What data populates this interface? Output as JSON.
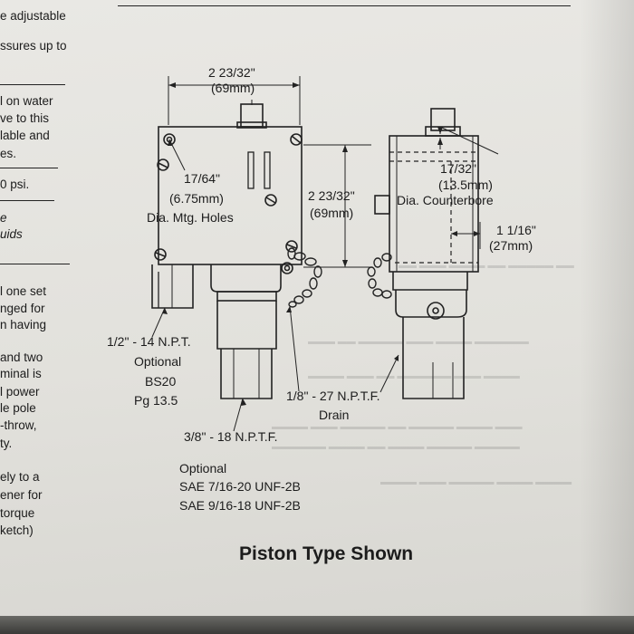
{
  "left_column": {
    "lines": [
      "e adjustable",
      "ssures up to",
      "l on water",
      "ve to this",
      "lable and",
      "es.",
      "0 psi.",
      "e",
      "uids",
      "l one set",
      "nged for",
      "n having",
      "and two",
      "minal is",
      "l power",
      "le pole",
      "-throw,",
      "ty.",
      "ely to a",
      "ener for",
      "torque",
      "ketch)"
    ]
  },
  "dimensions": {
    "width_frac": "2 23/32\"",
    "width_mm": "(69mm)",
    "mount_hole_frac": "17/64\"",
    "mount_hole_mm": "(6.75mm)",
    "mount_hole_desc": "Dia. Mtg. Holes",
    "height_frac": "2 23/32\"",
    "height_mm": "(69mm)",
    "counterbore_frac": "17/32\"",
    "counterbore_mm": "(13.5mm)",
    "counterbore_desc": "Dia. Counterbore",
    "depth_frac": "1 1/16\"",
    "depth_mm": "(27mm)"
  },
  "callouts": {
    "conduit_npt": "1/2\" - 14 N.P.T.",
    "optional_label": "Optional",
    "bs20": "BS20",
    "pg": "Pg 13.5",
    "drain_npt": "1/8\" - 27 N.P.T.F.",
    "drain_label": "Drain",
    "port_npt": "3/8\" - 18 N.P.T.F.",
    "optional_label_2": "Optional",
    "sae_1": "SAE 7/16-20 UNF-2B",
    "sae_2": "SAE 9/16-18 UNF-2B"
  },
  "caption": "Piston Type Shown"
}
